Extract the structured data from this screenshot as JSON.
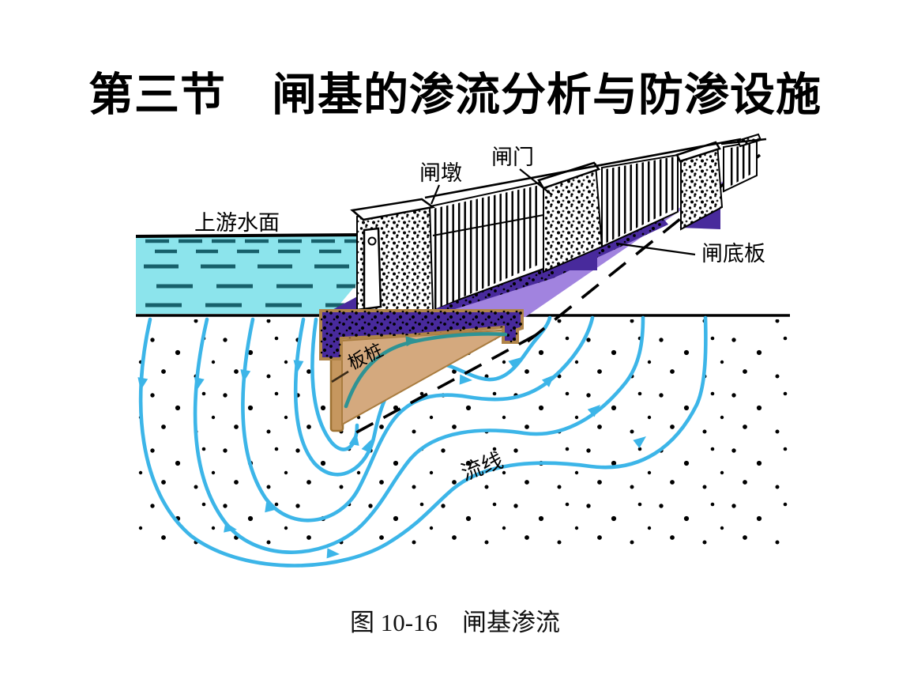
{
  "title": "第三节　闸基的渗流分析与防渗设施",
  "caption": "图 10-16　闸基渗流",
  "figure": {
    "labels": {
      "pier": "闸墩",
      "gate": "闸门",
      "upstream_water_surface": "上游水面",
      "bottom_slab": "闸底板",
      "sheet_pile": "板桩",
      "streamline": "流线"
    },
    "colors": {
      "water": "#8CE4EC",
      "water_dash": "#17606B",
      "slab_top": "#A183DF",
      "slab_section": "#482A9C",
      "sheet_pile": "#C6975F",
      "pile_outline": "#9E7233",
      "cut_soil": "#D4A97E",
      "streamline": "#3CB5E8",
      "seepage_arrow": "#2E9394",
      "ink": "#000000"
    }
  }
}
